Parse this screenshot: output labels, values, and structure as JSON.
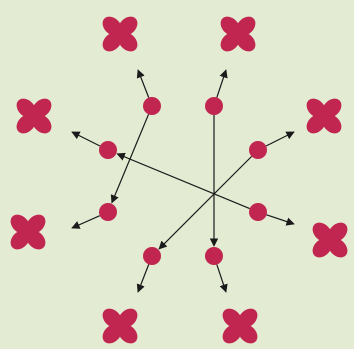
{
  "diagram": {
    "background_color": "#e3ebd3",
    "node_color": "#c0264f",
    "petal_icon_color": "#c0264f",
    "edge_color": "#1a1a1a",
    "icon_name": "four-petal-flower-icon",
    "node_count": 8,
    "inner_edges": [
      [
        0,
        6
      ],
      [
        1,
        4
      ],
      [
        2,
        5
      ],
      [
        3,
        7
      ]
    ],
    "outer_arrows_per_node": 1
  }
}
